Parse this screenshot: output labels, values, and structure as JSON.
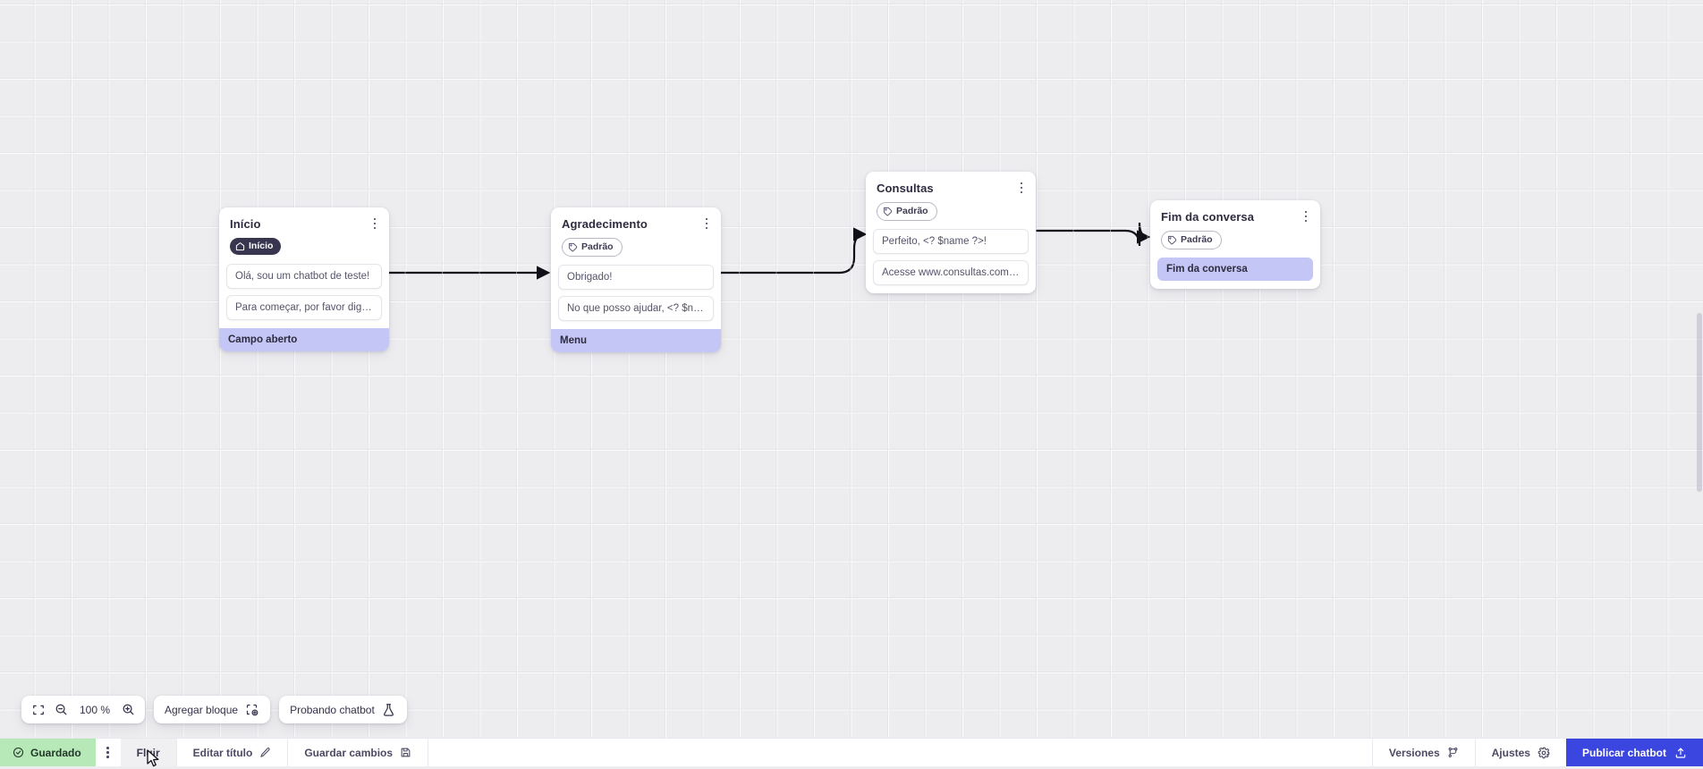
{
  "canvas": {
    "zoom_label": "100 %",
    "grid": true
  },
  "nodes": [
    {
      "id": "inicio",
      "title": "Início",
      "badge": {
        "label": "Início",
        "icon": "home-icon",
        "style": "start"
      },
      "messages": [
        "Olá, sou um chatbot de teste!",
        "Para começar, por favor digite o ..."
      ],
      "action": "Campo aberto"
    },
    {
      "id": "agradecimento",
      "title": "Agradecimento",
      "badge": {
        "label": "Padrão",
        "icon": "tag-icon",
        "style": "default"
      },
      "messages": [
        "Obrigado!",
        "No que posso ajudar, <? $name ..."
      ],
      "action": "Menu"
    },
    {
      "id": "consultas",
      "title": "Consultas",
      "badge": {
        "label": "Padrão",
        "icon": "tag-icon",
        "style": "default"
      },
      "messages": [
        "Perfeito, <? $name ?>!",
        "Acesse www.consultas.com par..."
      ],
      "action": null
    },
    {
      "id": "fim-da-conversa",
      "title": "Fim da conversa",
      "badge": {
        "label": "Padrão",
        "icon": "tag-icon",
        "style": "default"
      },
      "messages": [],
      "action": "Fim da conversa"
    }
  ],
  "toolbar": {
    "fit_icon": "fit-screen-icon",
    "zoom_out_icon": "zoom-out-icon",
    "zoom_value": "100 %",
    "zoom_in_icon": "zoom-in-icon",
    "add_block_label": "Agregar bloque",
    "add_block_icon": "add-block-icon",
    "test_chatbot_label": "Probando chatbot",
    "test_chatbot_icon": "flask-icon"
  },
  "statusbar": {
    "saved_label": "Guardado",
    "saved_icon": "check-circle-icon",
    "saved_bg": "#b7e9b8",
    "menu_icon": "kebab-icon",
    "flow_label": "Fluir",
    "edit_title_label": "Editar título",
    "edit_title_icon": "pencil-icon",
    "save_changes_label": "Guardar cambios",
    "save_changes_icon": "floppy-icon",
    "versions_label": "Versiones",
    "versions_icon": "branch-icon",
    "settings_label": "Ajustes",
    "settings_icon": "gear-icon",
    "publish_label": "Publicar chatbot",
    "publish_icon": "upload-icon",
    "publish_bg": "#3b45df"
  },
  "colors": {
    "canvas_bg": "#ededf0",
    "card_bg": "#ffffff",
    "action_bg": "#c4c6f5",
    "badge_start_bg": "#38364f",
    "accent": "#3b45df",
    "text": "#2d2b3f",
    "muted_text": "#55546a"
  }
}
